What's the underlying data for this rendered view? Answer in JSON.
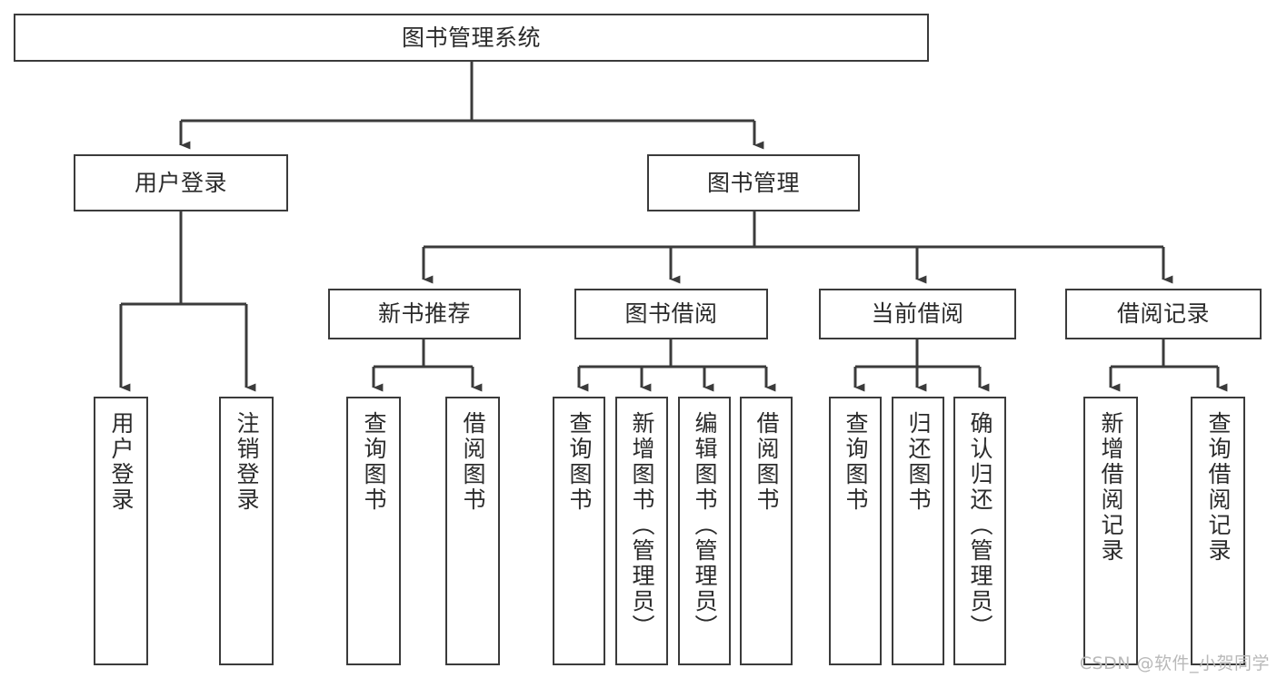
{
  "diagram": {
    "title": "图书管理系统",
    "type": "tree-hierarchy-diagram",
    "orientation": "top-down",
    "colors": {
      "box_border": "#3b3b3b",
      "box_fill": "#ffffff",
      "edge": "#3b3b3b",
      "text": "#2b2b2b",
      "watermark": "#b9b9b9",
      "background": "#ffffff"
    },
    "root": {
      "label": "图书管理系统",
      "text_direction": "horizontal"
    },
    "level2": [
      {
        "id": "user-login",
        "label": "用户登录",
        "text_direction": "horizontal"
      },
      {
        "id": "book-management",
        "label": "图书管理",
        "text_direction": "horizontal"
      }
    ],
    "level3": [
      {
        "id": "new-book-recommend",
        "label": "新书推荐",
        "parent": "book-management",
        "text_direction": "horizontal"
      },
      {
        "id": "book-borrow",
        "label": "图书借阅",
        "parent": "book-management",
        "text_direction": "horizontal"
      },
      {
        "id": "current-borrow",
        "label": "当前借阅",
        "parent": "book-management",
        "text_direction": "horizontal"
      },
      {
        "id": "borrow-record",
        "label": "借阅记录",
        "parent": "book-management",
        "text_direction": "horizontal"
      }
    ],
    "leaves": [
      {
        "id": "leaf-user-login",
        "label": "用户登录",
        "parent": "user-login",
        "text_direction": "vertical"
      },
      {
        "id": "leaf-user-logout",
        "label": "注销登录",
        "parent": "user-login",
        "text_direction": "vertical"
      },
      {
        "id": "leaf-query-book-1",
        "label": "查询图书",
        "parent": "new-book-recommend",
        "text_direction": "vertical"
      },
      {
        "id": "leaf-borrow-book-1",
        "label": "借阅图书",
        "parent": "new-book-recommend",
        "text_direction": "vertical"
      },
      {
        "id": "leaf-query-book-2",
        "label": "查询图书",
        "parent": "book-borrow",
        "text_direction": "vertical"
      },
      {
        "id": "leaf-add-book",
        "label": "新增图书（管理员）",
        "parent": "book-borrow",
        "text_direction": "vertical"
      },
      {
        "id": "leaf-edit-book",
        "label": "编辑图书（管理员）",
        "parent": "book-borrow",
        "text_direction": "vertical"
      },
      {
        "id": "leaf-borrow-book-2",
        "label": "借阅图书",
        "parent": "book-borrow",
        "text_direction": "vertical"
      },
      {
        "id": "leaf-query-book-3",
        "label": "查询图书",
        "parent": "current-borrow",
        "text_direction": "vertical"
      },
      {
        "id": "leaf-return-book",
        "label": "归还图书",
        "parent": "current-borrow",
        "text_direction": "vertical"
      },
      {
        "id": "leaf-confirm-return",
        "label": "确认归还（管理员）",
        "parent": "current-borrow",
        "text_direction": "vertical"
      },
      {
        "id": "leaf-add-record",
        "label": "新增借阅记录",
        "parent": "borrow-record",
        "text_direction": "vertical"
      },
      {
        "id": "leaf-query-record",
        "label": "查询借阅记录",
        "parent": "borrow-record",
        "text_direction": "vertical"
      }
    ],
    "watermark": "CSDN @软件_小贺同学"
  }
}
